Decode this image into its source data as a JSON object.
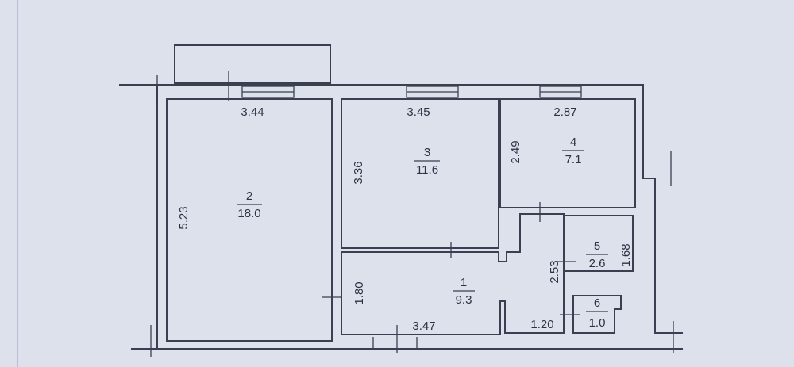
{
  "rooms": [
    {
      "number": "1",
      "area": "9.3"
    },
    {
      "number": "2",
      "area": "18.0"
    },
    {
      "number": "3",
      "area": "11.6"
    },
    {
      "number": "4",
      "area": "7.1"
    },
    {
      "number": "5",
      "area": "2.6"
    },
    {
      "number": "6",
      "area": "1.0"
    }
  ],
  "dimensions": {
    "room2_width": "3.44",
    "room2_length": "5.23",
    "room3_width": "3.45",
    "room3_length": "3.36",
    "room4_width": "2.87",
    "room4_length": "2.49",
    "room5_length": "1.68",
    "room1_width": "3.47",
    "room1_length": "1.80",
    "corridor_length": "2.53",
    "corridor_width": "1.20"
  }
}
